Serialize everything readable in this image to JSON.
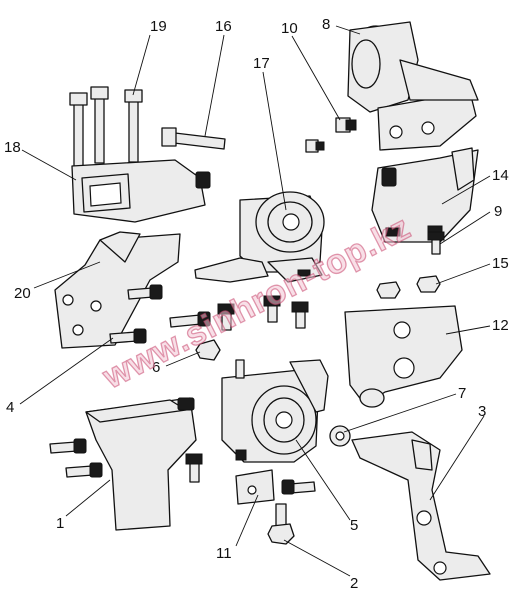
{
  "watermark": "www.sinhron-top.kz",
  "callouts": {
    "c1": "1",
    "c2": "2",
    "c3": "3",
    "c4": "4",
    "c5": "5",
    "c6": "6",
    "c7": "7",
    "c8": "8",
    "c9": "9",
    "c10": "10",
    "c11": "11",
    "c12": "12",
    "c14": "14",
    "c15": "15",
    "c16": "16",
    "c17": "17",
    "c18": "18",
    "c19": "19",
    "c20": "20"
  },
  "colors": {
    "line": "#111111",
    "fill": "#ececec",
    "watermark": "#c9486f"
  }
}
